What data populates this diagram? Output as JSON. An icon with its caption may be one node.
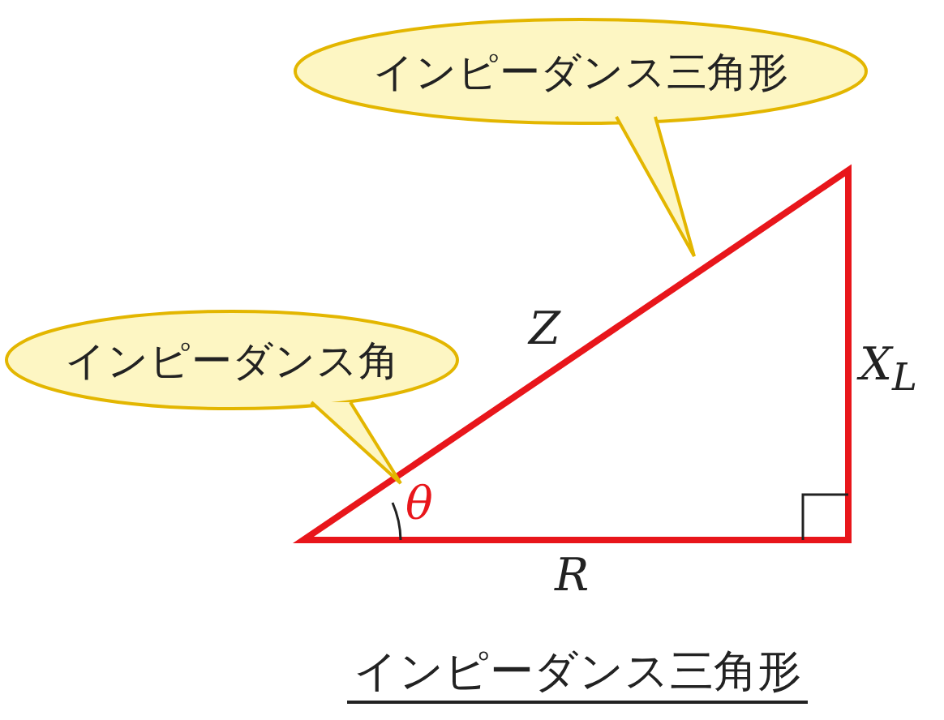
{
  "diagram": {
    "caption": "インピーダンス三角形",
    "nodes": [
      {
        "text": [
          "インピーダンス三角形"
        ]
      },
      {
        "text": [
          "インピーダンス角"
        ]
      }
    ],
    "labels": [
      "Z",
      "X$_{L}$",
      "θ",
      "R"
    ]
  }
}
